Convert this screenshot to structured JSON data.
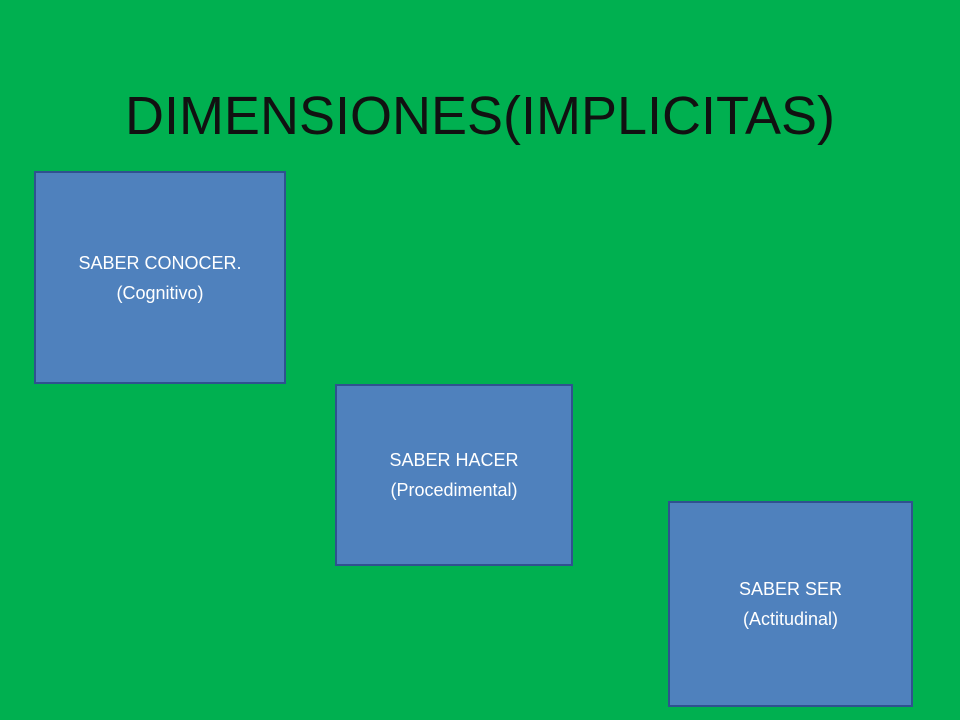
{
  "slide": {
    "title": "DIMENSIONES(IMPLICITAS)",
    "background_color": "#00b050",
    "box_fill_color": "#4f81bd",
    "box_border_color": "#2f528f",
    "text_color": "#ffffff",
    "boxes": [
      {
        "line1": "SABER CONOCER.",
        "line2": "(Cognitivo)"
      },
      {
        "line1": "SABER HACER",
        "line2": "(Procedimental)"
      },
      {
        "line1": "SABER SER",
        "line2": "(Actitudinal)"
      }
    ]
  }
}
